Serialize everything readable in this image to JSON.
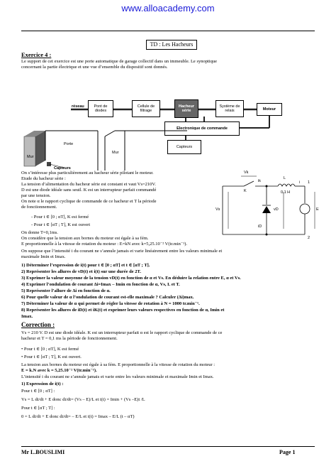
{
  "header": {
    "url": "www.alloacademy.com"
  },
  "title": "TD : Les Hacheurs",
  "exercise": {
    "heading": "Exercice 4 :",
    "intro": [
      "Le support de cet exercice est une porte automatique de garage collectif dans un immeuble. Le synoptique",
      "concernant la partie électrique et une vue d’ensemble du dispositif sont donnés."
    ]
  },
  "synoptic": {
    "reseau": "réseau",
    "diodes": "Pont de diodes",
    "filtrage": "Cellule de filtrage",
    "hacheur": "Hacheur série",
    "relais": "Système de relais",
    "moteur": "Moteur",
    "electronique": "Electronique de commande",
    "capteurs": "Capteurs"
  },
  "scene": {
    "mur1": "Mur",
    "porte": "Porte",
    "mur2": "Mur",
    "capteurs": "Capteurs"
  },
  "circuit": {
    "vk": "Vk",
    "ik": "ik",
    "k": "K",
    "l": "L",
    "lval": "0,1 H",
    "i": "i",
    "one": "1",
    "vs": "Vs",
    "vd": "vD",
    "id": "iD",
    "e": "E",
    "two": "2"
  },
  "body": [
    "On s’intéresse plus particulièrement au hacheur série pilotant le moteur.",
    "Etude du hacheur série :",
    "La tension d’alimentation du hacheur série est constant et vaut Vs=210V.",
    "D est une diode idéale sans seuil. K est un interrupteur parfait commandé",
    "par une tension.",
    "On note α le rapport cyclique de commande de ce hacheur et T la période",
    "de fonctionnement.",
    "Pour t ∈ [0 ; αT], K est fermé",
    "Pour t ∈ [αT ; T], K est ouvert",
    "On donne T=0,1ms.",
    "On considère que la tension aux bornes du moteur est égale à sa fém.",
    "E proportionnelle à la vitesse de rotation du moteur : E=kN avec k=5,25.10⁻² V(tr.min⁻¹).",
    "On suppose que l’intensité i du courant ne s’annule jamais et varie linéairement entre les valeurs minimale et",
    "maximale Imin et Imax."
  ],
  "questions": [
    "1) Déterminer l’expression de i(t) pour t ∈ [0 ; αT] et t ∈ [αT ; T].",
    "2) Représenter les allures de vD(t) et i(t) sur une durée de 2T.",
    "3) Exprimer la valeur moyenne de la tension vD(t) en fonction de α et Vs. En déduire la relation entre E, α et Vs.",
    "4) Exprimer l’ondulation de courant Δi=Imax – Imin en fonction de α, Vs, L et T.",
    "5) Représenter l’allure de Δi en fonction de α.",
    "6) Pour quelle valeur de α l’ondulation de courant est-elle maximale ? Calculer (Δi)max.",
    "7) Déterminer la valeur de α qui permet de régler la vitesse de rotation à N = 1000 tr.min⁻¹.",
    "8) Représenter les allures de iD(t) et iK(t) et exprimer leurs valeurs respectives en fonction de α, Imin et",
    "Imax."
  ],
  "correction": {
    "heading": "Correction :",
    "lines": [
      "Vs = 210 V. D est une diode idéale. K est un interrupteur parfait α est le rapport cyclique de commande de ce",
      "hacheur et T = 0,1 ms la période de fonctionnement.",
      "• Pour t ∈ [0 ; αT], K est fermé",
      "• Pour t ∈ [αT ; T], K est ouvert.",
      "La tension aux bornes du moteur est égale à sa fém. E proportionnelle à la vitesse de rotation du moteur :",
      "E = k.N avec k = 5,25.10⁻² V(tr.min⁻¹).",
      "L’intensité i du courant ne s’annule jamais et varie entre les valeurs minimale et maximale Imin et Imax.",
      "1) Expression de i(t) :",
      "Pour t ∈ [0 ; αT] :",
      "Vs = L di/dt + E donc di/dt= (Vs – E)/L et i(t) = Imin + (Vs –E)t /L",
      "Pour t ∈ [αT ; T] :",
      "0 = L di/dt + E donc di/dt= – E/L et i(t) = Imax – E/L (t – αT)"
    ]
  },
  "footer": {
    "author": "Mr L.BOUSLIMI",
    "page": "Page 1"
  }
}
